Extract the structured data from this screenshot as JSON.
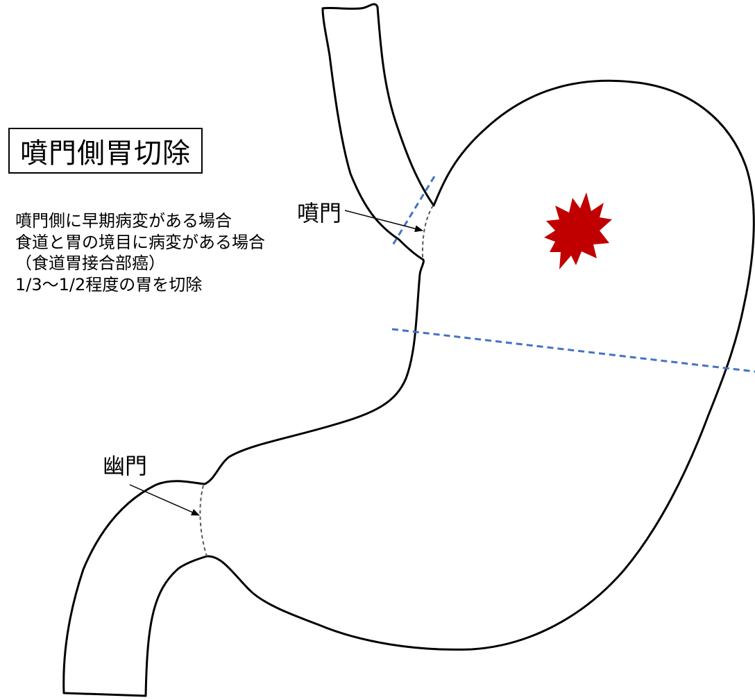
{
  "title": "噴門側胃切除",
  "description": [
    "噴門側に早期病変がある場合",
    "食道と胃の境目に病変がある場合",
    "（食道胃接合部癌）",
    "1/3〜1/2程度の胃を切除"
  ],
  "labels": {
    "cardia": "噴門",
    "pylorus": "幽門"
  },
  "colors": {
    "outline": "#000000",
    "cut_line": "#4472C4",
    "lesion": "#C00000",
    "boundary": "#595959"
  }
}
